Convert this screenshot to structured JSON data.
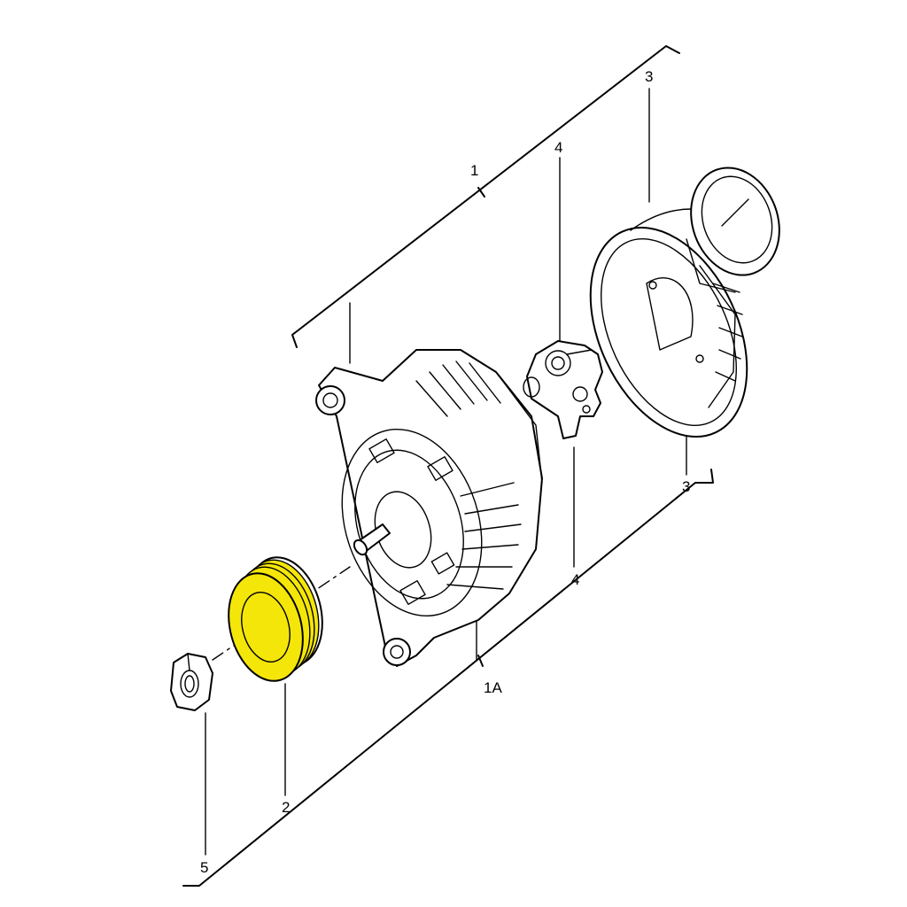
{
  "diagram": {
    "callouts": {
      "c1": "1",
      "c1a": "1A",
      "c2": "2",
      "c3_top": "3",
      "c3_bottom": "3",
      "c4_top": "4",
      "c4_bottom": "4",
      "c5": "5"
    },
    "highlight_color": "#f5e60a",
    "highlighted_part": "2"
  }
}
